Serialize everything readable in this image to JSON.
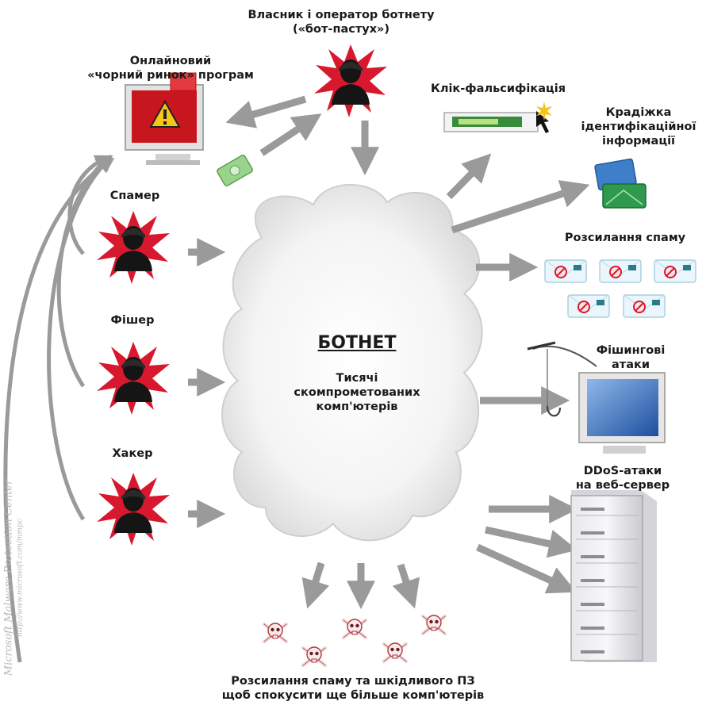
{
  "diagram": {
    "center": {
      "title": "БОТНЕТ",
      "subtitle_lines": [
        "Тисячі",
        "скомпрометованих",
        "комп'ютерів"
      ]
    },
    "labels": {
      "owner": [
        "Власник і оператор ботнету",
        "(«бот-пастух»)"
      ],
      "market": [
        "Онлайновий",
        "«чорний ринок» програм"
      ],
      "spammer": "Спамер",
      "phisher": "Фішер",
      "hacker": "Хакер",
      "click_fraud": "Клік-фальсифікація",
      "identity_theft": [
        "Крадіжка",
        "ідентифікаційної",
        "інформації"
      ],
      "spam_sending": "Розсилання спаму",
      "phishing_attacks": [
        "Фішингові",
        "атаки"
      ],
      "ddos": [
        "DDoS-атаки",
        "на веб-сервер"
      ],
      "bottom": [
        "Розсилання спаму та шкідливого ПЗ",
        "щоб спокусити ще більше комп'ютерів"
      ]
    },
    "watermark": [
      "Microsoft Malware Protection Center",
      "http://www.microsoft.com/mmpc"
    ],
    "colors": {
      "arrow": "#9a9a9a",
      "starburst": "#d8182e",
      "cloud": "#f2f2f2",
      "cloud_outline": "#cfcfcf",
      "figure": "#151515"
    }
  }
}
